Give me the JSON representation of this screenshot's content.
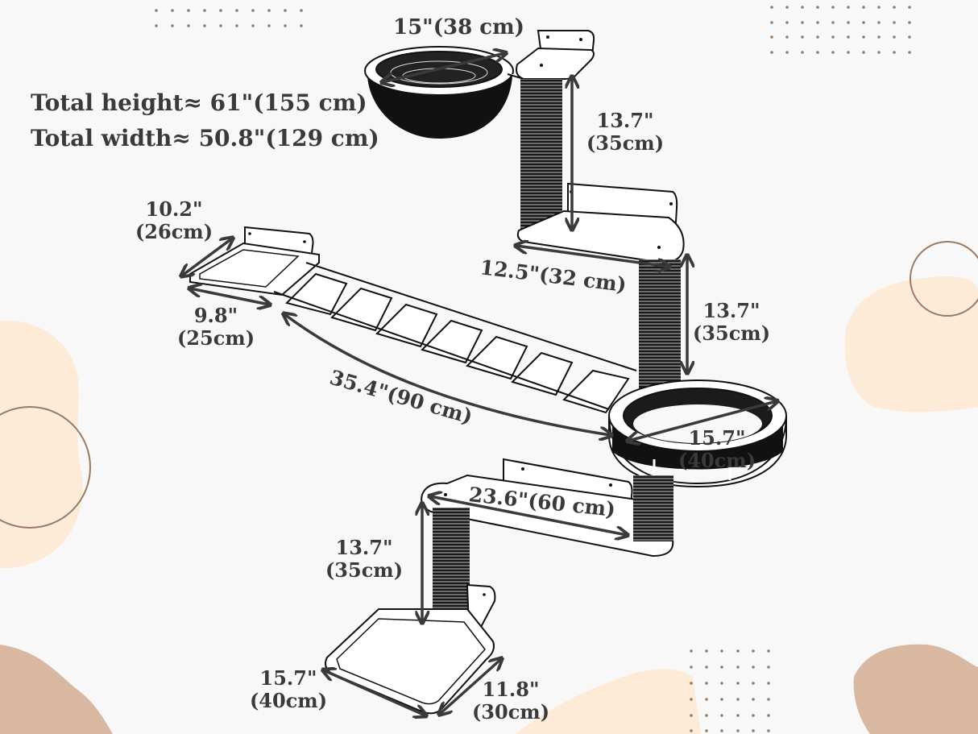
{
  "colors": {
    "background": "#f8f8f8",
    "peach_blob": "#fdebd7",
    "tan_blob": "#d8b8a0",
    "ring_outline": "#9b7a60",
    "dots": "#9b7a60",
    "text": "#3a3a3a",
    "line": "#111111"
  },
  "totals": {
    "height": "Total height≈  61\"(155 cm)",
    "width": "Total width≈ 50.8\"(129 cm)"
  },
  "dimensions": {
    "bowl_diameter": "15\"(38 cm)",
    "upper_post_in": "13.7\"",
    "upper_post_cm": "(35cm)",
    "upper_shelf_len": "12.5\"(32 cm)",
    "middle_post_in": "13.7\"",
    "middle_post_cm": "(35cm)",
    "bridge_platform_depth_in": "10.2\"",
    "bridge_platform_depth_cm": "(26cm)",
    "bridge_platform_width_in": "9.8\"",
    "bridge_platform_width_cm": "(25cm)",
    "bridge_length": "35.4\"(90 cm)",
    "ring_bed_in": "15.7\"",
    "ring_bed_cm": "(40cm)",
    "lower_shelf_len": "23.6\"(60 cm)",
    "lower_post_in": "13.7\"",
    "lower_post_cm": "(35cm)",
    "base_width_in": "15.7\"",
    "base_width_cm": "(40cm)",
    "base_depth_in": "11.8\"",
    "base_depth_cm": "(30cm)"
  }
}
